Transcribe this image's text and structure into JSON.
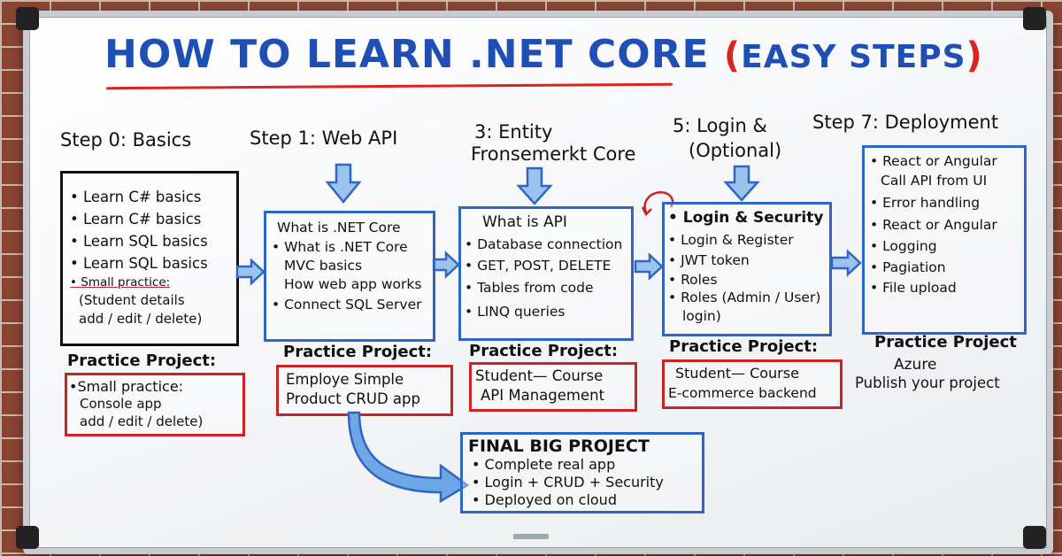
{
  "title": {
    "main": "HOW TO LEARN .NET CORE",
    "open": "(",
    "sub": "EASY STEPS",
    "close": ")"
  },
  "steps": {
    "s0": "Step 0: Basics",
    "s1": "Step 1: Web API",
    "s3a": "3:  Entity",
    "s3b": "Fronsemerkt Core",
    "s5a": "5:  Login &",
    "s5b": "(Optional)",
    "s7": "Step 7: Deployment"
  },
  "box0": {
    "items": [
      "• Learn C# basics",
      "• Learn C# basics",
      "• Learn SQL basics",
      "• Learn SQL basics",
      "• Small practice:",
      "(Student details",
      "add / edit / delete)"
    ]
  },
  "box1": {
    "items": [
      "What is .NET Core",
      "• What is .NET Core",
      "MVC basics",
      "How web app works",
      "• Connect SQL Server"
    ]
  },
  "box3": {
    "items": [
      "What is API",
      "• Database connection",
      "• GET, POST, DELETE",
      "• Tables from code",
      "• LINQ queries"
    ]
  },
  "box5": {
    "items": [
      "• Login & Security",
      "• Login & Register",
      "• JWT token",
      "• Roles",
      "• Roles (Admin / User)",
      "login)"
    ]
  },
  "box7": {
    "items": [
      "• React or Angular",
      "Call API from UI",
      "• Error handling",
      "• React or Angular",
      "• Logging",
      "• Pagiation",
      "• File upload"
    ]
  },
  "practice": {
    "label": "Practice Project:",
    "label7": "Practice Project",
    "p0": [
      "•Small practice:",
      "Console app",
      "add / edit / delete)"
    ],
    "p1": [
      "Employe  Simple",
      "Product CRUD app"
    ],
    "p3": [
      "Student— Course",
      "API  Management"
    ],
    "p5": [
      "Student— Course",
      "E-commerce backend"
    ],
    "p7": [
      "Azure",
      "Publish your project"
    ]
  },
  "final": {
    "title": "FINAL  BIG  PROJECT",
    "items": [
      "• Complete real app",
      "• Login + CRUD + Security",
      "• Deployed on cloud"
    ]
  },
  "colors": {
    "blue": "#2d66c4",
    "red": "#cc2222",
    "ink": "#111111",
    "title": "#1f4fb5"
  }
}
